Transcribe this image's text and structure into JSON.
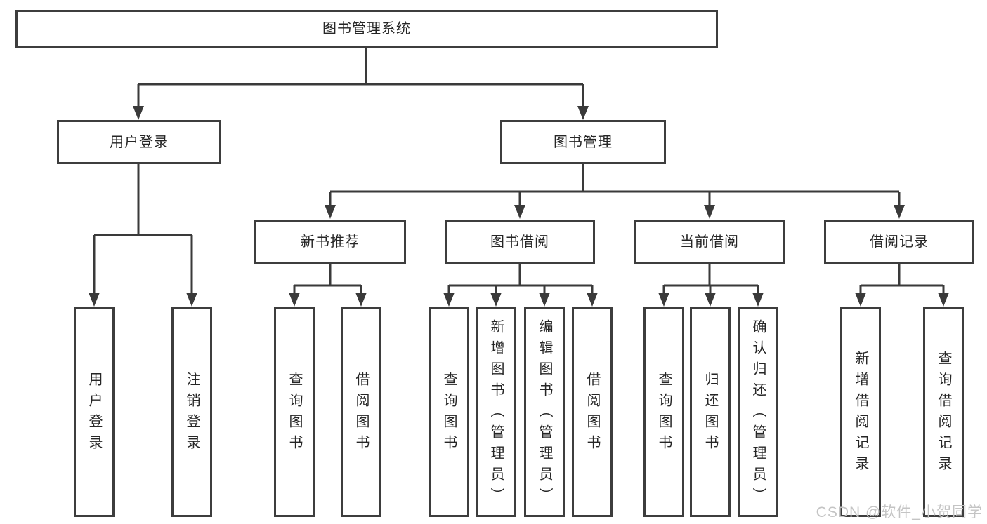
{
  "diagram_title": "图书管理系统",
  "nodes": {
    "root": "图书管理系统",
    "level2": {
      "user_login": "用户登录",
      "book_management": "图书管理"
    },
    "level3": {
      "new_book_recommend": "新书推荐",
      "book_borrow": "图书借阅",
      "current_borrow": "当前借阅",
      "borrow_record": "借阅记录"
    },
    "leaves": {
      "user_login": [
        "用户登录",
        "注销登录"
      ],
      "new_book_recommend": [
        "查询图书",
        "借阅图书"
      ],
      "book_borrow": [
        "查询图书",
        "新增图书（管理员）",
        "编辑图书（管理员）",
        "借阅图书"
      ],
      "current_borrow": [
        "查询图书",
        "归还图书",
        "确认归还（管理员）"
      ],
      "borrow_record": [
        "新增借阅记录",
        "查询借阅记录"
      ]
    }
  },
  "watermark": "CSDN @软件_小贺同学",
  "colors": {
    "line": "#3a3a3a",
    "border": "#3d3d3d",
    "text": "#262626",
    "background": "#ffffff",
    "watermark": "#c4c4c4"
  }
}
